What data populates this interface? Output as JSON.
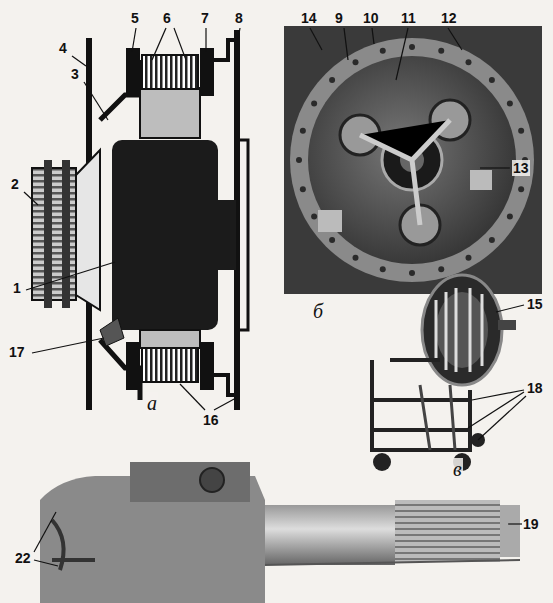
{
  "diagram": {
    "labels": [
      "5",
      "6",
      "7",
      "8",
      "4",
      "3",
      "2",
      "1",
      "17",
      "16",
      "а",
      "14",
      "9",
      "10",
      "11",
      "12",
      "13",
      "б",
      "15",
      "18",
      "в",
      "19",
      "22"
    ]
  }
}
